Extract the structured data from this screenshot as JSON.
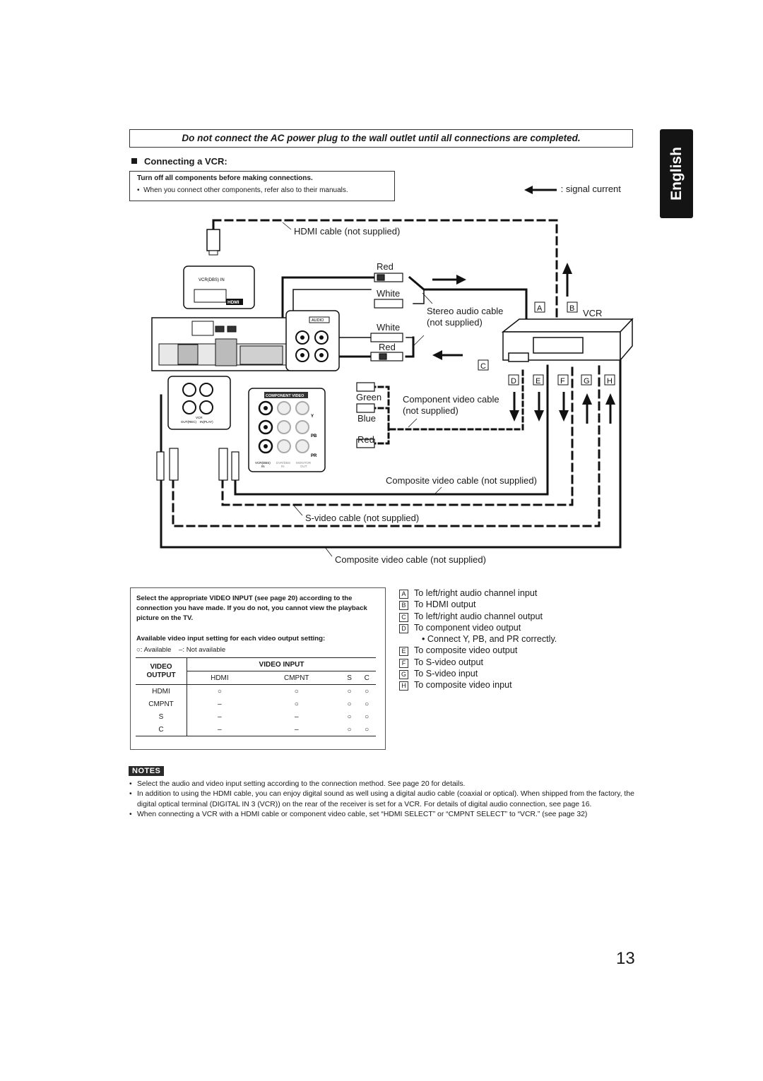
{
  "warning": "Do not connect the AC power plug to the wall outlet until all connections are completed.",
  "language_tab": "English",
  "section_title": "Connecting a VCR:",
  "caution": {
    "title": "Turn off all components before making connections.",
    "bullet": "When you connect other components, refer also to their manuals."
  },
  "signal_legend": ": signal current",
  "diagram": {
    "hdmi_cable": "HDMI cable (not supplied)",
    "red1": "Red",
    "white1": "White",
    "stereo_cable": "Stereo audio cable",
    "not_supplied": "(not supplied)",
    "white2": "White",
    "red2": "Red",
    "vcr": "VCR",
    "green": "Green",
    "blue": "Blue",
    "red3": "Red",
    "component_cable": "Component video cable",
    "component_not_supplied": "(not supplied)",
    "composite_cable_inner": "Composite video cable (not supplied)",
    "svideo_cable": "S-video cable (not supplied)",
    "composite_cable_outer": "Composite video cable (not supplied)",
    "letters": {
      "A": "A",
      "B": "B",
      "C": "C",
      "D": "D",
      "E": "E",
      "F": "F",
      "G": "G",
      "H": "H"
    },
    "panel": {
      "vcr_dbs_in": "VCR(DBS) IN",
      "hdmi_logo": "HDMI",
      "audio": "AUDIO",
      "component_video": "COMPONENT VIDEO",
      "y": "Y",
      "pb": "PB",
      "pr": "PR",
      "vcr_dbs": "VCR(DBS)",
      "in": "IN",
      "dvr_dbs": "DVR/DBS",
      "in2": "IN",
      "monitor": "MONITOR",
      "out": "OUT",
      "vcr_small": "VCR",
      "out_rec": "OUT(REC)",
      "in_play": "IN(PLAY)"
    }
  },
  "select_box": {
    "text": "Select the appropriate VIDEO INPUT (see page 20) according to the connection you have made. If you do not, you cannot view the playback picture on the TV.",
    "available_title": "Available video input setting for each video output setting:",
    "legend_available": ": Available",
    "legend_not": "–: Not available",
    "table": {
      "col_video_output_1": "VIDEO",
      "col_video_output_2": "OUTPUT",
      "col_video_input": "VIDEO INPUT",
      "inputs": [
        "HDMI",
        "CMPNT",
        "S",
        "C"
      ],
      "rows": [
        {
          "output": "HDMI",
          "cells": [
            "○",
            "○",
            "○",
            "○"
          ]
        },
        {
          "output": "CMPNT",
          "cells": [
            "–",
            "○",
            "○",
            "○"
          ]
        },
        {
          "output": "S",
          "cells": [
            "–",
            "–",
            "○",
            "○"
          ]
        },
        {
          "output": "C",
          "cells": [
            "–",
            "–",
            "○",
            "○"
          ]
        }
      ]
    }
  },
  "legend_list": [
    {
      "key": "A",
      "text": "To left/right audio channel input"
    },
    {
      "key": "B",
      "text": "To HDMI output"
    },
    {
      "key": "C",
      "text": "To left/right audio channel output"
    },
    {
      "key": "D",
      "text": "To component video output"
    },
    {
      "key": "",
      "text": "• Connect Y, PB, and PR correctly."
    },
    {
      "key": "E",
      "text": "To composite video output"
    },
    {
      "key": "F",
      "text": "To S-video output"
    },
    {
      "key": "G",
      "text": "To S-video input"
    },
    {
      "key": "H",
      "text": "To composite video input"
    }
  ],
  "notes_label": "NOTES",
  "notes": [
    "Select the audio and video input setting according to the connection method. See page 20 for details.",
    "In addition to using the HDMI cable, you can enjoy digital sound as well using a digital audio cable (coaxial or optical). When shipped from the factory, the digital optical terminal (DIGITAL IN 3 (VCR)) on the rear of the receiver is set for a VCR. For details of digital audio connection, see page 16.",
    "When connecting a VCR with a HDMI cable or component video cable, set “HDMI SELECT” or “CMPNT SELECT” to “VCR.” (see page 32)"
  ],
  "page_number": "13"
}
